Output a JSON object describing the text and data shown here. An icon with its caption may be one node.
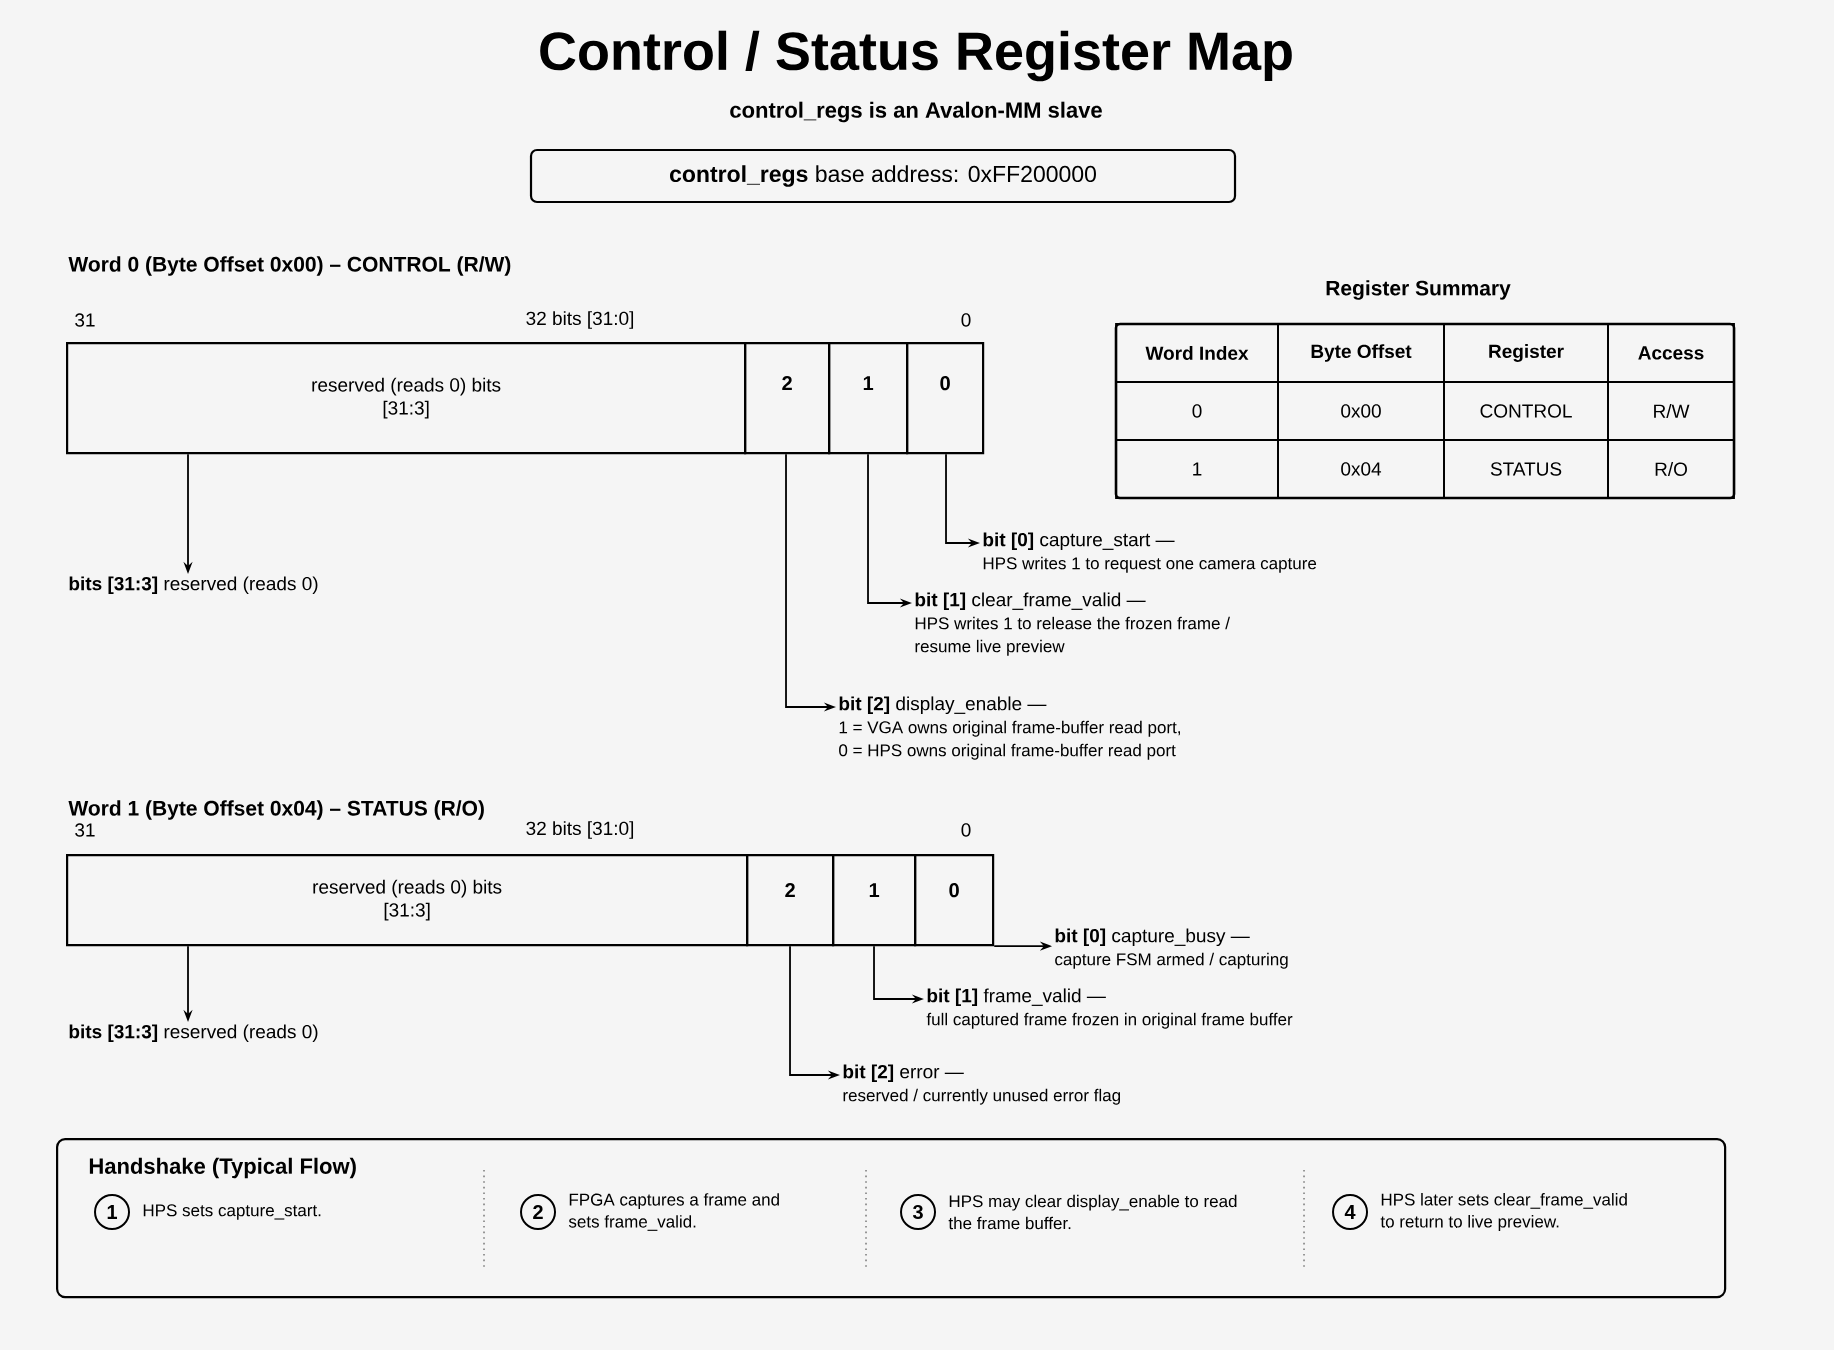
{
  "diagram": {
    "title": "Control / Status Register Map",
    "nodes": [
      {
        "text": [
          "**control_regs** base address: 0xFF200000"
        ]
      },
      {
        "text": [
          "reserved (reads 0) bits [31:3]"
        ]
      },
      {
        "text": [
          "2"
        ]
      },
      {
        "text": [
          "1"
        ]
      },
      {
        "text": [
          "0"
        ]
      },
      {
        "text": [
          "**bits [31:3]** reserved (reads 0)"
        ]
      },
      {
        "text": [
          "**bit [0]** capture_start —",
          "HPS writes 1 to request one camera capture"
        ]
      },
      {
        "text": [
          "**bit [1]** clear_frame_valid —",
          "HPS writes 1 to release the frozen frame / resume live preview"
        ]
      },
      {
        "text": [
          "**bit [2]** display_enable —",
          "1 = VGA owns original frame-buffer read port,",
          "0 = HPS owns original frame-buffer read port"
        ]
      },
      {
        "text": [
          "reserved (reads 0) bits [31:3]"
        ]
      },
      {
        "text": [
          "2"
        ]
      },
      {
        "text": [
          "1"
        ]
      },
      {
        "text": [
          "0"
        ]
      },
      {
        "text": [
          "**bits [31:3]** reserved (reads 0)"
        ]
      },
      {
        "text": [
          "**bit [0]** capture_busy —",
          "capture FSM armed / capturing"
        ]
      },
      {
        "text": [
          "**bit [1]** frame_valid —",
          "full captured frame frozen in original frame buffer"
        ]
      },
      {
        "text": [
          "**bit [2]** error —",
          "reserved / currently unused error flag"
        ]
      },
      {
        "text": [
          "Handshake (Typical Flow)"
        ]
      },
      {
        "text": [
          "1"
        ],
        "in": 17,
        "beside": [
          "HPS sets capture_start."
        ]
      },
      {
        "text": [
          "2"
        ],
        "in": 17,
        "beside": [
          "FPGA captures a frame and sets frame_valid."
        ]
      },
      {
        "text": [
          "3"
        ],
        "in": 17,
        "beside": [
          "HPS may clear display_enable to read the frame buffer."
        ]
      },
      {
        "text": [
          "4"
        ],
        "in": 17,
        "beside": [
          "HPS later sets clear_frame_valid to return to live preview."
        ]
      }
    ],
    "edges": [
      {
        "from": 1,
        "to": 5,
        "arrow": "to"
      },
      {
        "from": 4,
        "to": 6,
        "arrow": "to"
      },
      {
        "from": 3,
        "to": 7,
        "arrow": "to"
      },
      {
        "from": 2,
        "to": 8,
        "arrow": "to"
      },
      {
        "from": 9,
        "to": 13,
        "arrow": "to"
      },
      {
        "from": 12,
        "to": 14,
        "arrow": "to"
      },
      {
        "from": 11,
        "to": 15,
        "arrow": "to"
      },
      {
        "from": 10,
        "to": 16,
        "arrow": "to"
      }
    ],
    "labels": [
      "control_regs is an Avalon-MM slave",
      "Word 0 (Byte Offset 0x00) – CONTROL (R/W)",
      "Register Summary",
      "31",
      "32 bits [31:0]",
      "0",
      "Word Index",
      "Byte Offset",
      "Register",
      "Access",
      "0",
      "0x00",
      "CONTROL",
      "R/W",
      "1",
      "0x04",
      "STATUS",
      "R/O",
      "Word 1 (Byte Offset 0x04) – STATUS (R/O)",
      "31",
      "32 bits [31:0]",
      "0"
    ]
  }
}
